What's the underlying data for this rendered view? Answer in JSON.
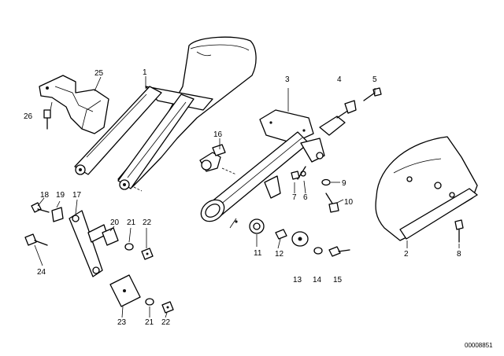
{
  "part_numbers": {
    "p1": "1",
    "p2": "2",
    "p3": "3",
    "p4": "4",
    "p5": "5",
    "p6": "6",
    "p7": "7",
    "p8": "8",
    "p9": "9",
    "p10": "10",
    "p11": "11",
    "p12": "12",
    "p13": "13",
    "p14": "14",
    "p15": "15",
    "p16": "16",
    "p17": "17",
    "p18": "18",
    "p19": "19",
    "p20": "20",
    "p21a": "21",
    "p21b": "21",
    "p22a": "22",
    "p22b": "22",
    "p23": "23",
    "p24": "24",
    "p25": "25",
    "p26": "26"
  },
  "reference_code": "00008851"
}
